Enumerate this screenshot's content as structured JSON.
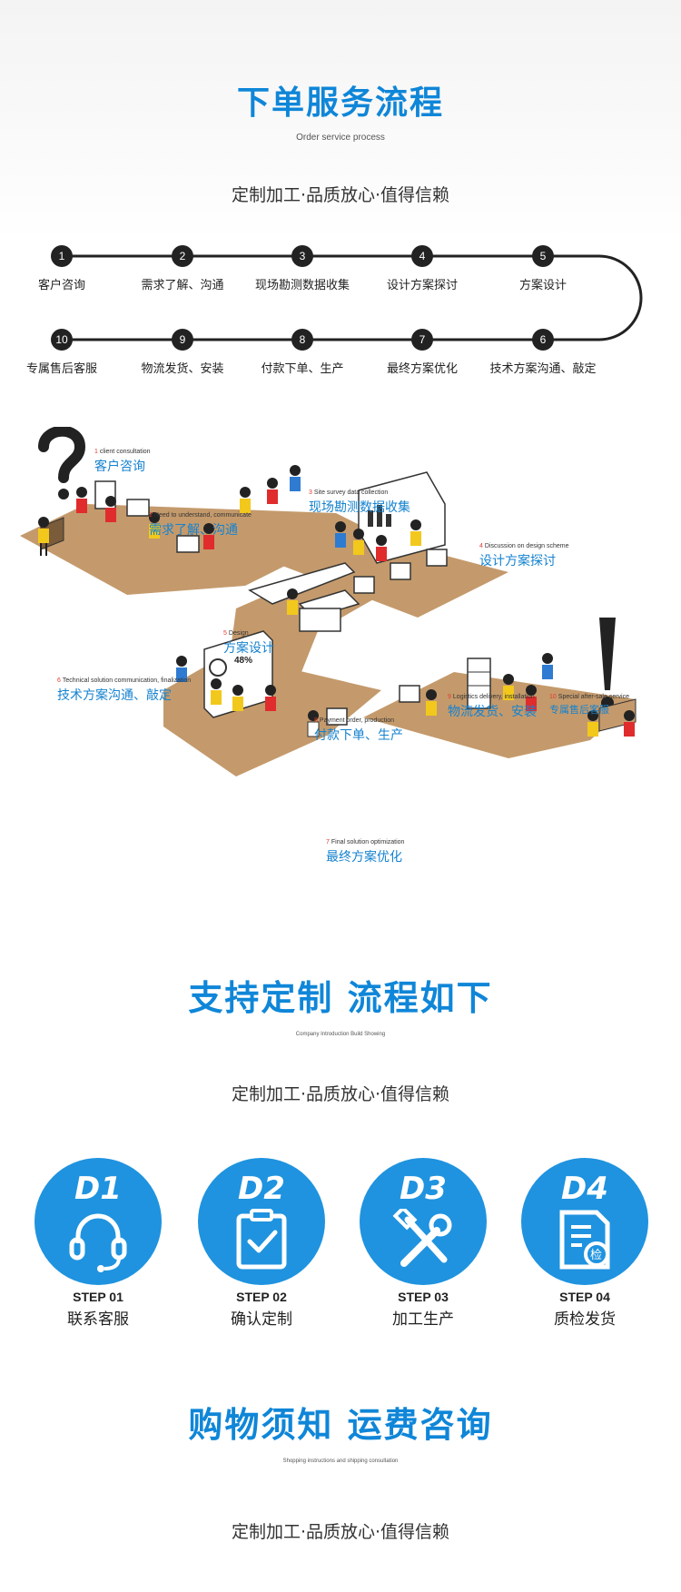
{
  "section1": {
    "title": "下单服务流程",
    "subtitle_en": "Order service process",
    "tagline": "定制加工·品质放心·值得信赖"
  },
  "timeline": {
    "row1": [
      {
        "num": "1",
        "label": "客户咨询"
      },
      {
        "num": "2",
        "label": "需求了解、沟通"
      },
      {
        "num": "3",
        "label": "现场勘测数据收集"
      },
      {
        "num": "4",
        "label": "设计方案探讨"
      },
      {
        "num": "5",
        "label": "方案设计"
      }
    ],
    "row2": [
      {
        "num": "10",
        "label": "专属售后客服"
      },
      {
        "num": "9",
        "label": "物流发货、安装"
      },
      {
        "num": "8",
        "label": "付款下单、生产"
      },
      {
        "num": "7",
        "label": "最终方案优化"
      },
      {
        "num": "6",
        "label": "技术方案沟通、敲定"
      }
    ]
  },
  "illustration": {
    "labels": [
      {
        "n": "1",
        "en": "client consultation",
        "zh": "客户咨询"
      },
      {
        "n": "2",
        "en": "Need to understand, communicate",
        "zh": "需求了解、沟通"
      },
      {
        "n": "3",
        "en": "Site survey data collection",
        "zh": "现场勘测数据收集"
      },
      {
        "n": "4",
        "en": "Discussion on design scheme",
        "zh": "设计方案探讨"
      },
      {
        "n": "5",
        "en": "Design",
        "zh": "方案设计"
      },
      {
        "n": "6",
        "en": "Technical solution communication, finalization",
        "zh": "技术方案沟通、敲定"
      },
      {
        "n": "8",
        "en": "Payment order, production",
        "zh": "付款下单、生产"
      },
      {
        "n": "9",
        "en": "Logistics delivery, installation",
        "zh": "物流发货、安装"
      },
      {
        "n": "10",
        "en": "Special after-sale service",
        "zh": "专属售后客服"
      },
      {
        "n": "7",
        "en": "Final solution optimization",
        "zh": "最终方案优化"
      }
    ],
    "screen_text": "48%"
  },
  "section2": {
    "title": "支持定制 流程如下",
    "subtitle_en": "Company Introduction Build Showing",
    "tagline": "定制加工·品质放心·值得信赖"
  },
  "steps": [
    {
      "code": "D1",
      "step": "STEP 01",
      "name": "联系客服",
      "icon": "headset-icon"
    },
    {
      "code": "D2",
      "step": "STEP 02",
      "name": "确认定制",
      "icon": "clipboard-check-icon"
    },
    {
      "code": "D3",
      "step": "STEP 03",
      "name": "加工生产",
      "icon": "tools-icon"
    },
    {
      "code": "D4",
      "step": "STEP 04",
      "name": "质检发货",
      "icon": "inspection-doc-icon",
      "badge": "检"
    }
  ],
  "section3": {
    "title": "购物须知 运费咨询",
    "subtitle_en": "Shopping instructions and shipping consultation",
    "tagline": "定制加工·品质放心·值得信赖"
  },
  "colors": {
    "accent": "#0f86d8",
    "circle": "#1f93df",
    "floor": "#c49a6c"
  }
}
